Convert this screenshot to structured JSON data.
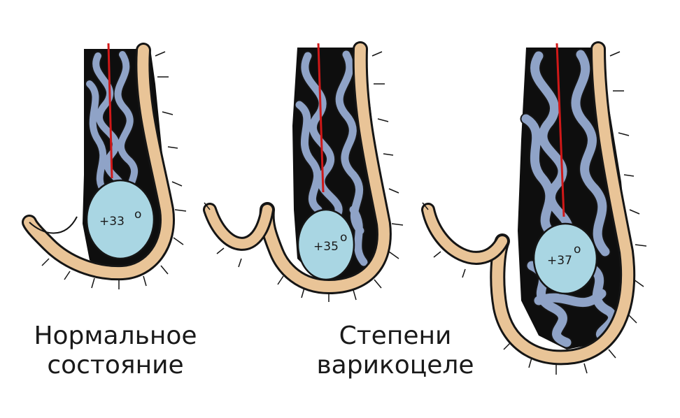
{
  "colors": {
    "skin": "#e9c497",
    "outline": "#151515",
    "vein": "#8fa3c7",
    "artery": "#d01818",
    "testis": "#a9d6e3",
    "cavity": "#0e0e0e"
  },
  "panels": [
    {
      "temperature": "+33",
      "degree": "o"
    },
    {
      "temperature": "+35",
      "degree": "o"
    },
    {
      "temperature": "+37",
      "degree": "o"
    }
  ],
  "captions": {
    "normal": {
      "line1": "Нормальное",
      "line2": "состояние"
    },
    "varicocele": {
      "line1": "Степени",
      "line2": "варикоцеле"
    }
  }
}
